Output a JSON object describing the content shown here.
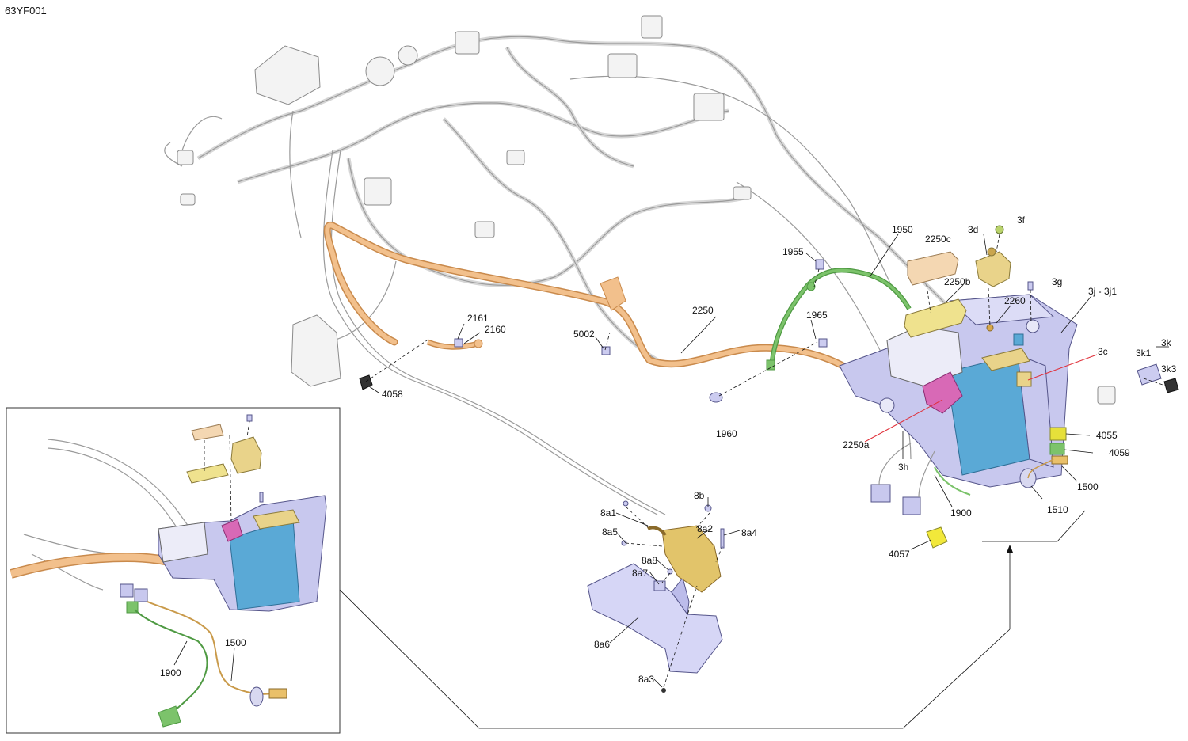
{
  "diagram": {
    "reference_code": "63YF001",
    "colors": {
      "orange_cable": "#f2c08c",
      "green_cable": "#7cc36b",
      "yellow_part": "#e9d38a",
      "lavender_box": "#c8c8ee",
      "blue_module": "#5aa9d6",
      "magenta_part": "#d869b6",
      "red_leader": "#e0303a"
    },
    "labels": {
      "l1950": "1950",
      "l1955": "1955",
      "l2250c": "2250c",
      "l3d": "3d",
      "l3f": "3f",
      "l3g": "3g",
      "l2250b": "2250b",
      "l2260": "2260",
      "l3j": "3j - 3j1",
      "l3c": "3c",
      "l3k": "3k",
      "l3k1": "3k1",
      "l3k3": "3k3",
      "l4055": "4055",
      "l4059": "4059",
      "l1500a": "1500",
      "l1510": "1510",
      "l1900a": "1900",
      "l4057": "4057",
      "l3h": "3h",
      "l2250a": "2250a",
      "l2250": "2250",
      "l1965": "1965",
      "l1960": "1960",
      "l5002": "5002",
      "l2161": "2161",
      "l2160": "2160",
      "l4058": "4058",
      "l8a1": "8a1",
      "l8b": "8b",
      "l8a2": "8a2",
      "l8a4": "8a4",
      "l8a5": "8a5",
      "l8a8": "8a8",
      "l8a7": "8a7",
      "l8a6": "8a6",
      "l8a3": "8a3",
      "l1900b": "1900",
      "l1500b": "1500"
    }
  }
}
